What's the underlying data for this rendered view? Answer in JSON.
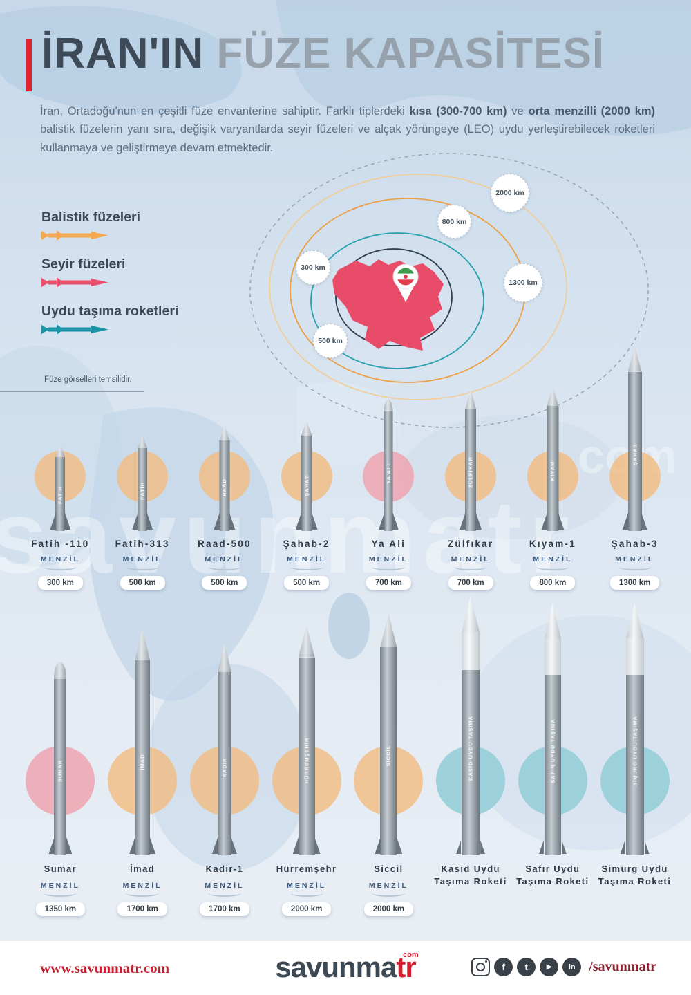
{
  "page": {
    "title_dark": "İRAN'IN",
    "title_light": "FÜZE KAPASİTESİ",
    "intro": {
      "p1": "İran, Ortadoğu'nun en çeşitli füze envanterine sahiptir. Farklı tiplerdeki ",
      "b1": "kısa (300-700 km)",
      "p2": " ve ",
      "b2": "orta menzilli (2000 km)",
      "p3": " balistik füzelerin yanı sıra, değişik varyantlarda seyir füzeleri ve alçak yörüngeye (LEO) uydu yerleştirebilecek roketleri kullanmaya ve geliştirmeye devam etmektedir."
    },
    "note": "Füze görselleri temsilidir.",
    "watermark": "savunmatr",
    "watermark2": "com"
  },
  "legend": {
    "items": [
      {
        "label": "Balistik füzeleri",
        "color": "#f5a94f",
        "type": "ballistic"
      },
      {
        "label": "Seyir füzeleri",
        "color": "#e9506c",
        "type": "cruise"
      },
      {
        "label": "Uydu taşıma roketleri",
        "color": "#1d93a5",
        "type": "rocket"
      }
    ]
  },
  "map": {
    "country": "İran",
    "labels": [
      {
        "text": "300 km"
      },
      {
        "text": "500 km"
      },
      {
        "text": "800 km"
      },
      {
        "text": "1300 km"
      },
      {
        "text": "2000 km"
      }
    ]
  },
  "menzil_label": "MENZİL",
  "missiles": {
    "row1": [
      {
        "name": "Fatih -110",
        "vtext": "FATİH",
        "range": "300 km",
        "type": "ballistic"
      },
      {
        "name": "Fatih-313",
        "vtext": "FATİH",
        "range": "500 km",
        "type": "ballistic"
      },
      {
        "name": "Raad-500",
        "vtext": "RAAD",
        "range": "500 km",
        "type": "ballistic"
      },
      {
        "name": "Şahab-2",
        "vtext": "ŞAHAB",
        "range": "500 km",
        "type": "ballistic"
      },
      {
        "name": "Ya Ali",
        "vtext": "YA ALİ",
        "range": "700 km",
        "type": "cruise"
      },
      {
        "name": "Zülfıkar",
        "vtext": "ZÜLFIKAR",
        "range": "700 km",
        "type": "ballistic"
      },
      {
        "name": "Kıyam-1",
        "vtext": "KIYAM",
        "range": "800 km",
        "type": "ballistic"
      },
      {
        "name": "Şahab-3",
        "vtext": "ŞAHAB",
        "range": "1300 km",
        "type": "ballistic"
      }
    ],
    "row2": [
      {
        "name": "Sumar",
        "vtext": "SUMAR",
        "range": "1350 km",
        "type": "cruise"
      },
      {
        "name": "İmad",
        "vtext": "İMAD",
        "range": "1700 km",
        "type": "ballistic"
      },
      {
        "name": "Kadir-1",
        "vtext": "KADİR",
        "range": "1700 km",
        "type": "ballistic"
      },
      {
        "name": "Hürremşehr",
        "vtext": "HÜRREMŞEHİR",
        "range": "2000 km",
        "type": "ballistic"
      },
      {
        "name": "Siccil",
        "vtext": "SİCCİL",
        "range": "2000 km",
        "type": "ballistic"
      },
      {
        "name": "Kasıd Uydu Taşıma Roketi",
        "vtext": "KASID UYDU TAŞIMA",
        "range": "",
        "type": "rocket"
      },
      {
        "name": "Safır Uydu Taşıma Roketi",
        "vtext": "SAFIR UYDU TAŞIMA",
        "range": "",
        "type": "rocket"
      },
      {
        "name": "Simurg Uydu Taşıma Roketi",
        "vtext": "SİMURG UYDU TAŞIMA",
        "range": "",
        "type": "rocket"
      }
    ]
  },
  "footer": {
    "website": "www.savunmatr.com",
    "logo_main": "savunma",
    "logo_accent": "tr",
    "logo_sup": "com",
    "handle": "/savunmatr",
    "social": [
      {
        "name": "instagram",
        "glyph": ""
      },
      {
        "name": "facebook",
        "glyph": "f"
      },
      {
        "name": "twitter",
        "glyph": "t"
      },
      {
        "name": "youtube",
        "glyph": "▶"
      },
      {
        "name": "linkedin",
        "glyph": "in"
      }
    ]
  }
}
